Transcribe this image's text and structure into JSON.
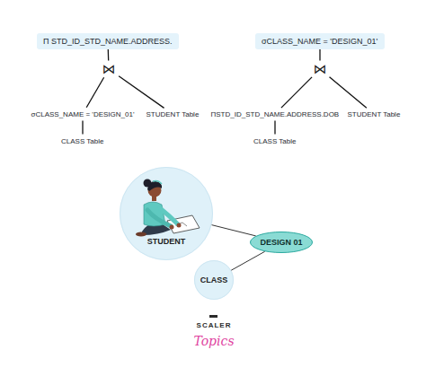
{
  "diagram": {
    "nodes": [
      {
        "text": [
          "Π STD_ID_STD_NAME.ADDRESS."
        ]
      },
      {
        "text": [
          "σCLASS_NAME = 'DESIGN_01'"
        ]
      },
      {
        "text": [
          "⋈"
        ]
      },
      {
        "text": [
          "⋈"
        ]
      },
      {
        "text": [
          "σCLASS_NAME = 'DESIGN_01'"
        ]
      },
      {
        "text": [
          "STUDENT Table"
        ]
      },
      {
        "text": [
          "ΠSTD_ID_STD_NAME.ADDRESS.DOB"
        ]
      },
      {
        "text": [
          "STUDENT Table"
        ]
      },
      {
        "text": [
          "CLASS Table"
        ]
      },
      {
        "text": [
          "CLASS Table"
        ]
      },
      {
        "text": [
          "STUDENT"
        ]
      },
      {
        "text": [
          "DESIGN 01"
        ]
      },
      {
        "text": [
          "CLASS"
        ]
      }
    ],
    "edges": [
      {
        "from": 0,
        "to": 2,
        "arrow": "none"
      },
      {
        "from": 2,
        "to": 4,
        "arrow": "none"
      },
      {
        "from": 2,
        "to": 5,
        "arrow": "none"
      },
      {
        "from": 4,
        "to": 8,
        "arrow": "none"
      },
      {
        "from": 1,
        "to": 3,
        "arrow": "none"
      },
      {
        "from": 3,
        "to": 6,
        "arrow": "none"
      },
      {
        "from": 3,
        "to": 7,
        "arrow": "none"
      },
      {
        "from": 6,
        "to": 9,
        "arrow": "none"
      },
      {
        "from": 10,
        "to": 11,
        "arrow": "none"
      },
      {
        "from": 12,
        "to": 11,
        "arrow": "none"
      }
    ],
    "labels": [
      "SCALER",
      "Topics"
    ]
  }
}
